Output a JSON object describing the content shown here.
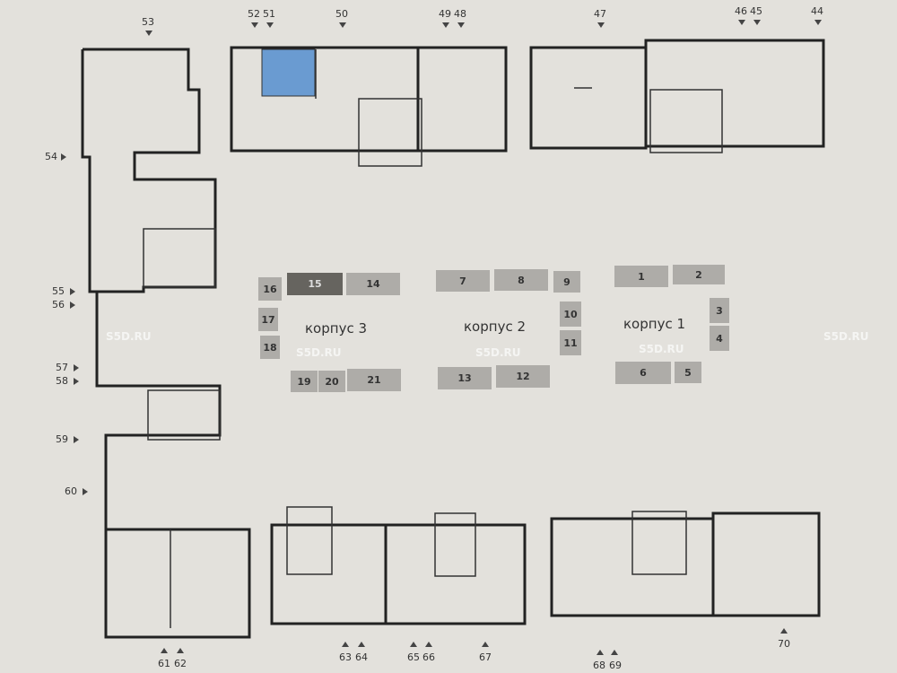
{
  "entrances_top": [
    "53",
    "52",
    "51",
    "50",
    "49",
    "48",
    "47",
    "46",
    "45",
    "44"
  ],
  "entrances_left": [
    "54",
    "55",
    "56",
    "57",
    "58",
    "59",
    "60"
  ],
  "entrances_bottom": [
    "61",
    "62",
    "63",
    "64",
    "65",
    "66",
    "67",
    "68",
    "69",
    "70"
  ],
  "sections": [
    "1",
    "2",
    "3",
    "4",
    "5",
    "6",
    "7",
    "8",
    "9",
    "10",
    "11",
    "12",
    "13",
    "14",
    "15",
    "16",
    "17",
    "18",
    "19",
    "20",
    "21"
  ],
  "buildings": {
    "k1": "корпус 1",
    "k2": "корпус 2",
    "k3": "корпус 3"
  },
  "watermark": "S5D.RU",
  "colors": {
    "highlight": "#6a9bd1",
    "selected_section": "#66645f",
    "section": "#aeaca8"
  }
}
